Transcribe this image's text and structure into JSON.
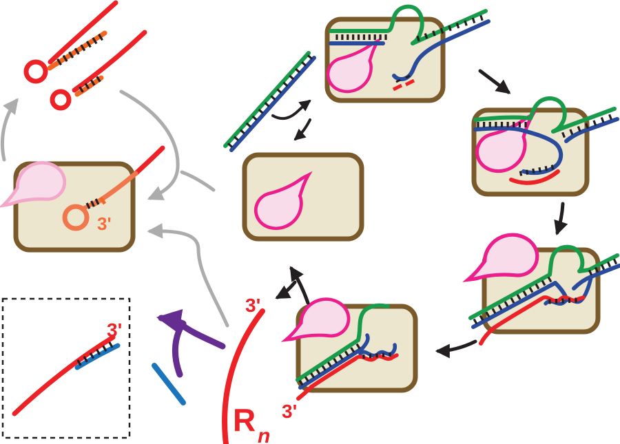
{
  "diagram": {
    "title": "RNA replication cycle diagram",
    "background": "#ffffff",
    "labels": {
      "left_box_three_prime": "3'",
      "dashed_box_three_prime": "3'",
      "product_three_prime": "3'",
      "box4_three_prime": "3'",
      "product_symbol": "R",
      "product_subscript": "n"
    },
    "palette": {
      "box_fill": "#EDE6CE",
      "box_border": "#7A5A2A",
      "enzyme_fill": "#F8DCEA",
      "enzyme_outline": "#EC1E8C",
      "enzyme_outline_pale": "#F2A7CB",
      "strand_red": "#EC2227",
      "strand_salmon": "#F0764B",
      "strand_orange": "#F26522",
      "strand_green": "#189B4A",
      "strand_navy": "#2A4B9B",
      "strand_bright_blue": "#1B75BC",
      "arrow_gray": "#ACACAC",
      "arrow_black": "#231F20",
      "arrow_purple": "#662D91"
    },
    "components": [
      "hairpin-product-1",
      "hairpin-product-2",
      "left-complex-box",
      "dashed-template-box",
      "free-enzyme-box",
      "free-duplex",
      "initiation-complex-box",
      "elongation-complex-box",
      "late-elongation-complex-box",
      "termination-complex-box",
      "released-product-Rn",
      "free-primer-strand",
      "gray-recycle-arrows",
      "purple-merge-arrow",
      "equilibrium-arrows",
      "cycle-step-arrows"
    ]
  }
}
